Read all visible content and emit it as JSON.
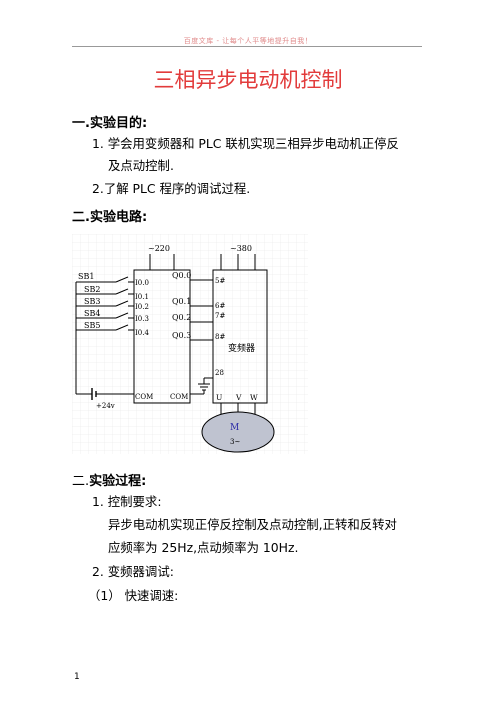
{
  "header": {
    "watermark": "百度文库 - 让每个人平等地提升自我！"
  },
  "title": "三相异步电动机控制",
  "section1": {
    "heading": "一.实验目的:",
    "item1_line1": "1. 学会用变频器和 PLC 联机实现三相异步电动机正停反",
    "item1_line2": "及点动控制.",
    "item2": "2.了解 PLC 程序的调试过程."
  },
  "section2": {
    "heading": "二.实验电路:"
  },
  "circuit": {
    "plc_supply": "~220",
    "vfd_supply": "~380",
    "buttons": [
      "SB1",
      "SB2",
      "SB3",
      "SB4",
      "SB5"
    ],
    "plc_inputs": [
      "I0.0",
      "I0.1",
      "I0.2",
      "I0.3",
      "I0.4"
    ],
    "plc_outputs": [
      "Q0.0",
      "Q0.1",
      "Q0.2",
      "Q0.3"
    ],
    "vfd_terminals": [
      "5#",
      "6#",
      "7#",
      "8#"
    ],
    "vfd_label": "变频器",
    "vfd_common": "28",
    "uvw": [
      "U",
      "V",
      "W"
    ],
    "com_left": "COM",
    "com_right": "COM",
    "dc_supply": "+24v",
    "motor_label": "M",
    "motor_sub": "3~"
  },
  "section3": {
    "heading_prefix": "二.",
    "heading_main": "实验过程:",
    "item1": "1. 控制要求:",
    "item1_text_line1": "异步电动机实现正停反控制及点动控制,正转和反转对",
    "item1_text_line2": "应频率为 25Hz,点动频率为 10Hz.",
    "item2": "2. 变频器调试:",
    "item2_sub": "（1）   快速调速:"
  },
  "page_number": "1"
}
